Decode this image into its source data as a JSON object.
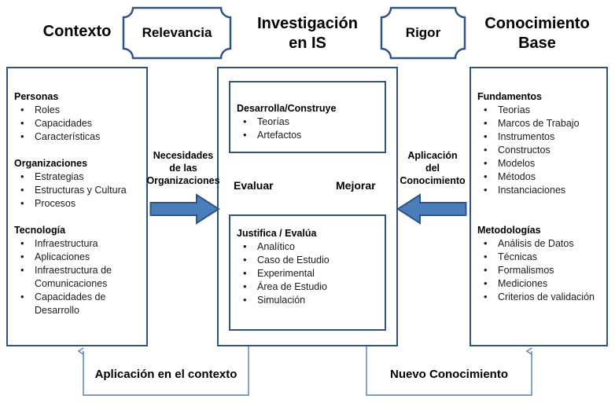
{
  "colors": {
    "outline": "#2e5484",
    "thin_line": "#4d7cb5",
    "arrow_fill": "#4a7ebb",
    "arrow_stroke": "#2e5484",
    "text": "#000000"
  },
  "headers": {
    "left": "Contexto",
    "center": "Investigación\nen IS",
    "right": "Conocimiento\nBase",
    "center_line1": "Investigación",
    "center_line2": "en IS",
    "right_line1": "Conocimiento",
    "right_line2": "Base"
  },
  "banners": [
    {
      "name": "relevancia",
      "label": "Relevancia"
    },
    {
      "name": "rigor",
      "label": "Rigor"
    }
  ],
  "left_panel": {
    "groups": [
      {
        "heading": "Personas",
        "items": [
          "Roles",
          "Capacidades",
          "Características"
        ]
      },
      {
        "heading": "Organizaciones",
        "items": [
          "Estrategias",
          "Estructuras y Cultura",
          "Procesos"
        ]
      },
      {
        "heading": "Tecnología",
        "items": [
          "Infraestructura",
          "Aplicaciones",
          "Infraestructura de Comunicaciones",
          "Capacidades de Desarrollo"
        ]
      }
    ]
  },
  "center_panel": {
    "top_box": {
      "heading": "Desarrolla/Construye",
      "items": [
        "Teorías",
        "Artefactos"
      ]
    },
    "bottom_box": {
      "heading": "Justifica / Evalúa",
      "items": [
        "Analítico",
        "Caso de Estudio",
        "Experimental",
        "Área de Estudio",
        "Simulación"
      ]
    },
    "left_arrow_label": "Evaluar",
    "right_arrow_label": "Mejorar"
  },
  "right_panel": {
    "groups": [
      {
        "heading": "Fundamentos",
        "items": [
          "Teorías",
          "Marcos de Trabajo",
          "Instrumentos",
          "Constructos",
          "Modelos",
          "Métodos",
          "Instanciaciones"
        ]
      },
      {
        "heading": "Metodologías",
        "items": [
          "Análisis de Datos",
          "Técnicas",
          "Formalismos",
          "Mediciones",
          "Criterios de validación"
        ]
      }
    ]
  },
  "connectors": {
    "left_in_label_l1": "Necesidades",
    "left_in_label_l2": "de las",
    "left_in_label_l3": "Organizaciones",
    "right_in_label_l1": "Aplicación",
    "right_in_label_l2": "del",
    "right_in_label_l3": "Conocimiento",
    "bottom_left_loop": "Aplicación en el contexto",
    "bottom_right_loop": "Nuevo Conocimiento"
  }
}
